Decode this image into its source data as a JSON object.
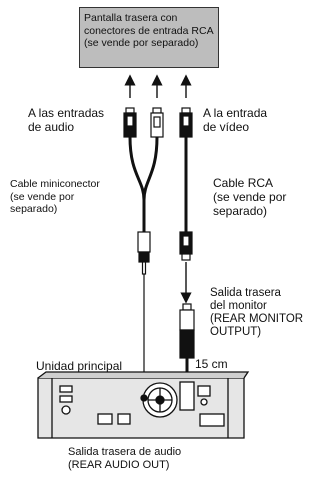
{
  "display_box": "Pantalla trasera con\nconectores de entrada RCA\n(se vende por separado)",
  "audio_inputs": "A las entradas\nde audio",
  "video_input": "A la entrada\nde vídeo",
  "mini_cable": "Cable miniconector\n(se vende por\nseparado)",
  "rca_cable": "Cable RCA\n(se vende por\nseparado)",
  "monitor_output": "Salida trasera\ndel monitor\n(REAR MONITOR\nOUTPUT)",
  "distance": "15 cm",
  "main_unit": "Unidad principal",
  "audio_output": "Salida trasera de audio\n(REAR AUDIO OUT)",
  "colors": {
    "box_fill": "#bdbdbd",
    "line": "#111111",
    "unit_fill": "#e6e6e6"
  }
}
